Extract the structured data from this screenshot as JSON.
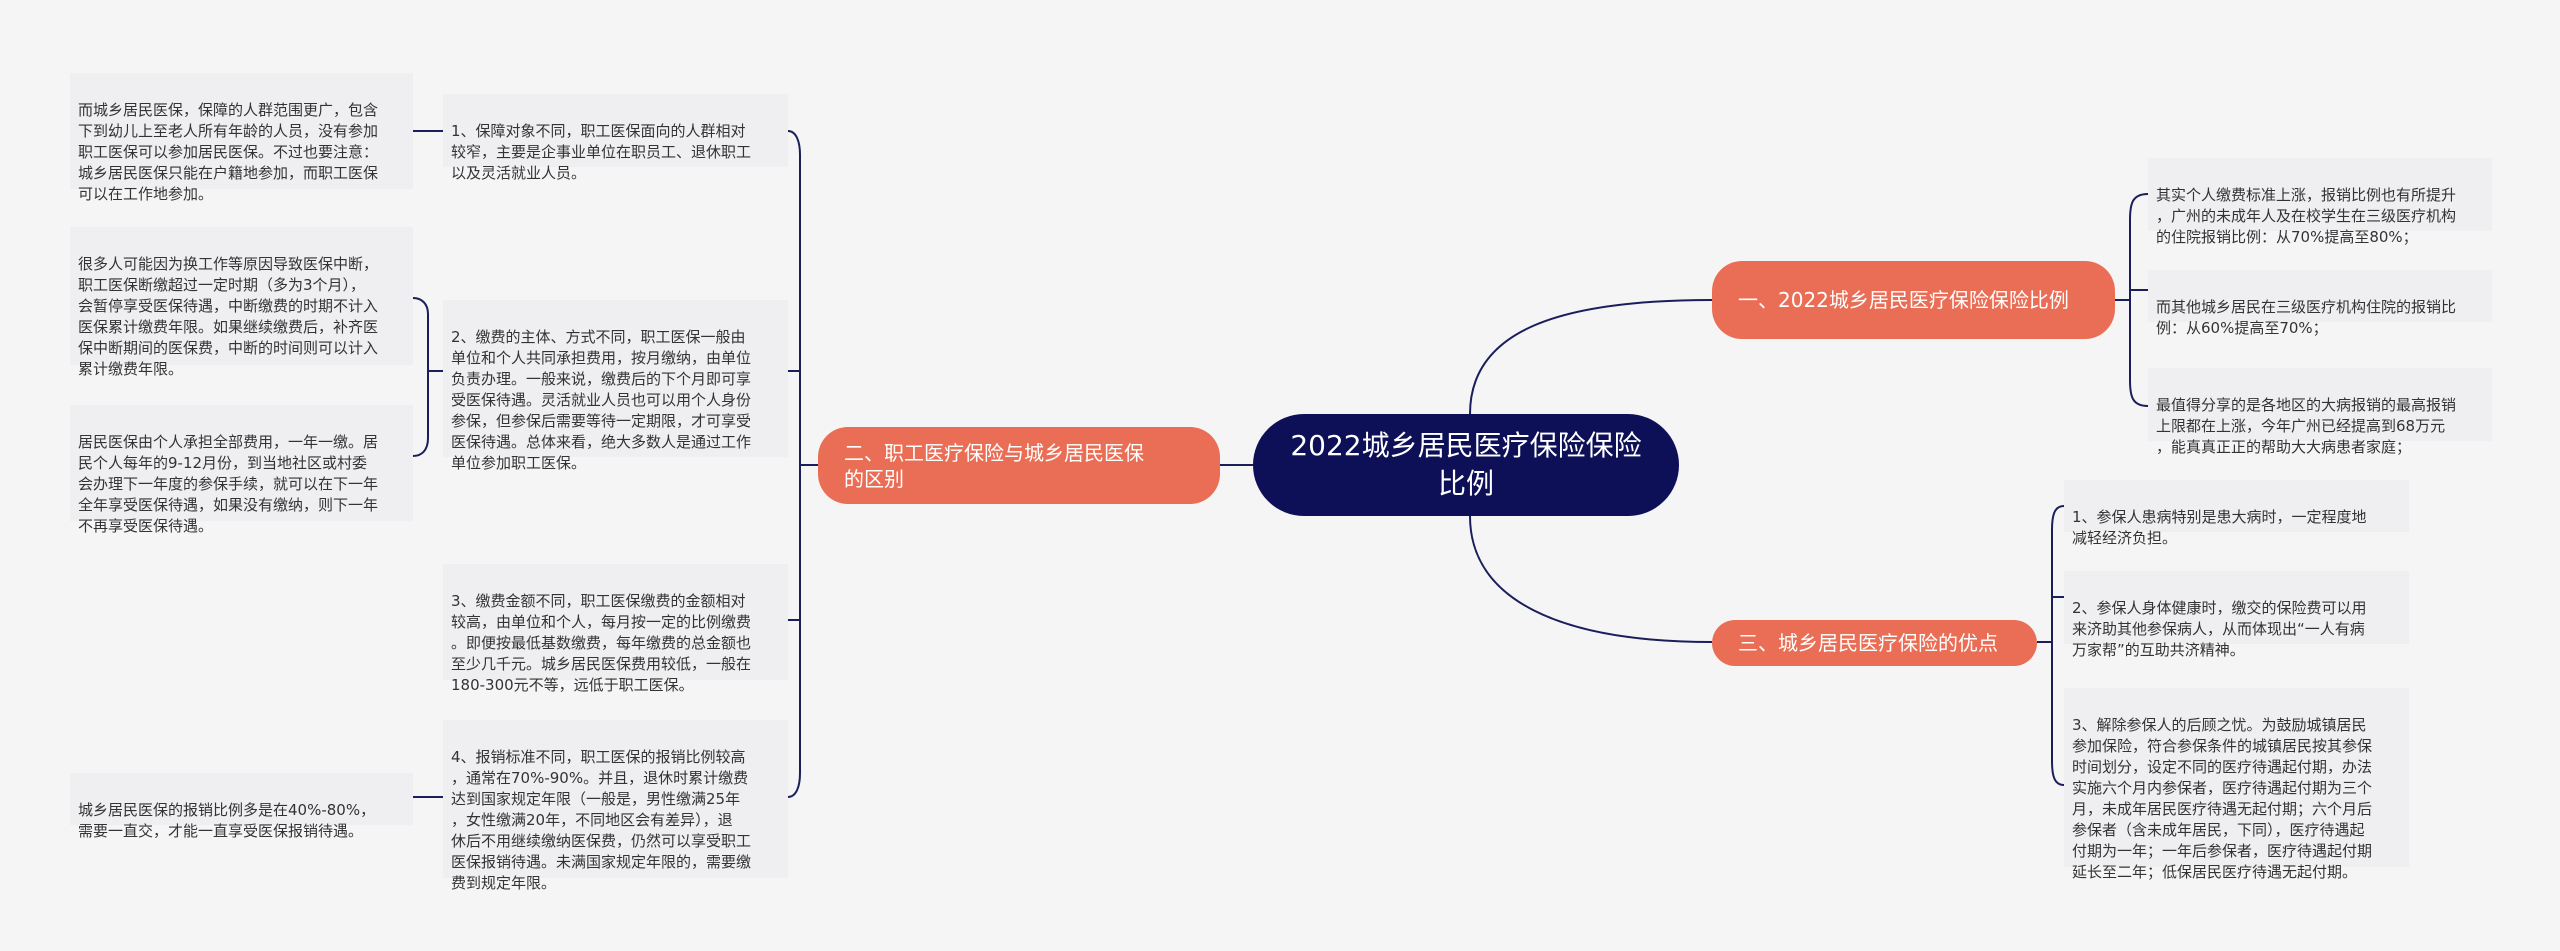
{
  "root": {
    "title": "2022城乡居民医疗保险保险比例"
  },
  "right": [
    {
      "label": "一、2022城乡居民医疗保险保险比例",
      "items": [
        "其实个人缴费标准上涨，报销比例也有所提升\n，广州的未成年人及在校学生在三级医疗机构\n的住院报销比例：从70%提高至80%；",
        "而其他城乡居民在三级医疗机构住院的报销比\n例：从60%提高至70%；",
        "最值得分享的是各地区的大病报销的最高报销\n上限都在上涨，今年广州已经提高到68万元\n，能真真正正的帮助大大病患者家庭；"
      ]
    },
    {
      "label": "三、城乡居民医疗保险的优点",
      "items": [
        "1、参保人患病特别是患大病时，一定程度地\n减轻经济负担。",
        "2、参保人身体健康时，缴交的保险费可以用\n来济助其他参保病人，从而体现出“一人有病\n万家帮”的互助共济精神。",
        "3、解除参保人的后顾之忧。为鼓励城镇居民\n参加保险，符合参保条件的城镇居民按其参保\n时间划分，设定不同的医疗待遇起付期，办法\n实施六个月内参保者，医疗待遇起付期为三个\n月，未成年居民医疗待遇无起付期；六个月后\n参保者（含未成年居民，下同），医疗待遇起\n付期为一年；一年后参保者，医疗待遇起付期\n延长至二年；低保居民医疗待遇无起付期。"
      ]
    }
  ],
  "left": {
    "label": "二、职工医疗保险与城乡居民医保\n的区别",
    "items": [
      {
        "text": "1、保障对象不同，职工医保面向的人群相对\n较窄，主要是企事业单位在职员工、退休职工\n以及灵活就业人员。",
        "notes": [
          "而城乡居民医保，保障的人群范围更广，包含\n下到幼儿上至老人所有年龄的人员，没有参加\n职工医保可以参加居民医保。不过也要注意：\n城乡居民医保只能在户籍地参加，而职工医保\n可以在工作地参加。"
        ]
      },
      {
        "text": "2、缴费的主体、方式不同，职工医保一般由\n单位和个人共同承担费用，按月缴纳，由单位\n负责办理。一般来说，缴费后的下个月即可享\n受医保待遇。灵活就业人员也可以用个人身份\n参保，但参保后需要等待一定期限，才可享受\n医保待遇。总体来看，绝大多数人是通过工作\n单位参加职工医保。",
        "notes": [
          "很多人可能因为换工作等原因导致医保中断，\n职工医保断缴超过一定时期（多为3个月），\n会暂停享受医保待遇，中断缴费的时期不计入\n医保累计缴费年限。如果继续缴费后，补齐医\n保中断期间的医保费，中断的时间则可以计入\n累计缴费年限。",
          "居民医保由个人承担全部费用，一年一缴。居\n民个人每年的9-12月份，到当地社区或村委\n会办理下一年度的参保手续，就可以在下一年\n全年享受医保待遇，如果没有缴纳，则下一年\n不再享受医保待遇。"
        ]
      },
      {
        "text": "3、缴费金额不同，职工医保缴费的金额相对\n较高，由单位和个人，每月按一定的比例缴费\n。即便按最低基数缴费，每年缴费的总金额也\n至少几千元。城乡居民医保费用较低，一般在\n180-300元不等，远低于职工医保。",
        "notes": []
      },
      {
        "text": "4、报销标准不同，职工医保的报销比例较高\n，通常在70%-90%。并且，退休时累计缴费\n达到国家规定年限（一般是，男性缴满25年\n，女性缴满20年，不同地区会有差异），退\n休后不用继续缴纳医保费，仍然可以享受职工\n医保报销待遇。未满国家规定年限的，需要缴\n费到规定年限。",
        "notes": [
          "城乡居民医保的报销比例多是在40%-80%，\n需要一直交，才能一直享受医保报销待遇。"
        ]
      }
    ]
  },
  "colors": {
    "root": "#0d1057",
    "branch": "#ea6e55",
    "leaf_bg": "#efeff1",
    "line": "#1a1f5c"
  }
}
